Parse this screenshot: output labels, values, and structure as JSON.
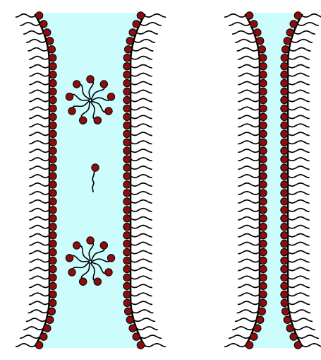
{
  "diagram": {
    "panels": [
      {
        "id": "wide-gap",
        "contents": [
          "micelle",
          "monomer",
          "micelle"
        ]
      },
      {
        "id": "narrow-gap",
        "contents": []
      }
    ],
    "colors": {
      "water": "#ccfcfc",
      "head": "#8b0d0d",
      "head_outline": "#000000",
      "tail": "#000000",
      "wall": "#000000"
    },
    "micelle": {
      "head_count": 9
    },
    "bilayer": {
      "heads_per_wall": 40
    }
  }
}
